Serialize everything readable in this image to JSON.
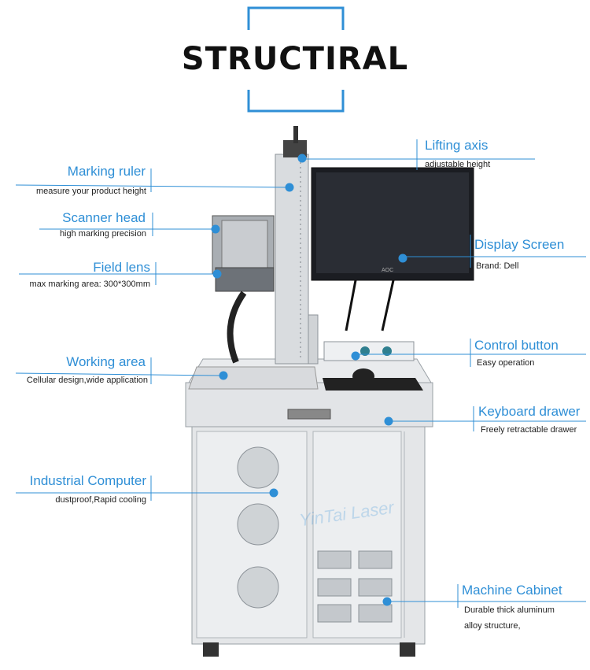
{
  "title": "STRUCTIRAL",
  "accent_color": "#2f8fd6",
  "callouts": {
    "marking_ruler": {
      "label": "Marking ruler",
      "sub": "measure your product height"
    },
    "scanner_head": {
      "label": "Scanner head",
      "sub": "high marking precision"
    },
    "field_lens": {
      "label": "Field lens",
      "sub": "max marking area: 300*300mm"
    },
    "working_area": {
      "label": "Working area",
      "sub": "Cellular design,wide application"
    },
    "industrial_computer": {
      "label": "Industrial Computer",
      "sub": "dustproof,Rapid cooling"
    },
    "lifting_axis": {
      "label": "Lifting axis",
      "sub": "adjustable height"
    },
    "display_screen": {
      "label": "Display Screen",
      "sub": "Brand: Dell"
    },
    "control_button": {
      "label": "Control button",
      "sub": "Easy operation"
    },
    "keyboard_drawer": {
      "label": "Keyboard drawer",
      "sub": "Freely retractable drawer"
    },
    "machine_cabinet": {
      "label": "Machine Cabinet",
      "sub1": "Durable thick aluminum",
      "sub2": "alloy structure,"
    }
  },
  "monitor_brand": "AOC",
  "watermark": "YinTai Laser"
}
